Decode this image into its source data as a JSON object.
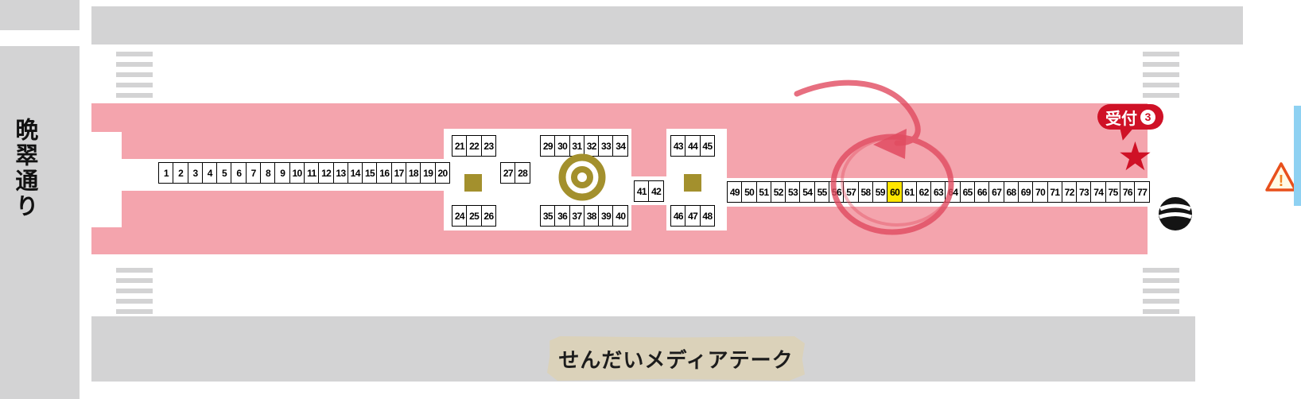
{
  "labels": {
    "left_street": "晩翠通り",
    "bottom_building": "せんだいメディアテーク",
    "reception_label": "受付",
    "reception_number": "3",
    "warning_mark": "!"
  },
  "booths": {
    "highlighted": "60",
    "row_1_20": [
      "1",
      "2",
      "3",
      "4",
      "5",
      "6",
      "7",
      "8",
      "9",
      "10",
      "11",
      "12",
      "13",
      "14",
      "15",
      "16",
      "17",
      "18",
      "19",
      "20"
    ],
    "cluster_a_top": [
      "21",
      "22",
      "23"
    ],
    "cluster_a_mid": [
      "27",
      "28"
    ],
    "cluster_a_bottom": [
      "24",
      "25",
      "26"
    ],
    "cluster_b_top": [
      "29",
      "30",
      "31",
      "32",
      "33",
      "34"
    ],
    "cluster_b_bottom": [
      "35",
      "36",
      "37",
      "38",
      "39",
      "40"
    ],
    "mid_pair": [
      "41",
      "42"
    ],
    "cluster_c_top": [
      "43",
      "44",
      "45"
    ],
    "cluster_c_bottom": [
      "46",
      "47",
      "48"
    ],
    "row_49_77": [
      "49",
      "50",
      "51",
      "52",
      "53",
      "54",
      "55",
      "56",
      "57",
      "58",
      "59",
      "60",
      "61",
      "62",
      "63",
      "64",
      "65",
      "66",
      "67",
      "68",
      "69",
      "70",
      "71",
      "72",
      "73",
      "74",
      "75",
      "76",
      "77"
    ]
  },
  "colors": {
    "road_gray": "#d3d3d4",
    "event_band_pink": "#f4a4ad",
    "gold_olive": "#a3902d",
    "reception_red": "#cf1126",
    "highlight_yellow": "#ffe600",
    "annotation_red": "#e14b60",
    "label_beige": "#dbd2ba",
    "blue_strip": "#8ed1f2"
  }
}
